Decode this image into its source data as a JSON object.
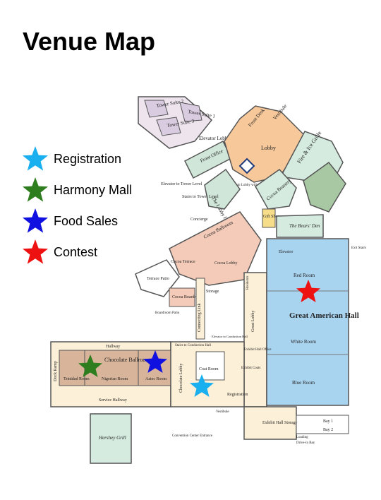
{
  "title": "Venue Map",
  "legend": [
    {
      "label": "Registration",
      "color": "#1ab0f0",
      "icon": "star-icon"
    },
    {
      "label": "Harmony Mall",
      "color": "#2e7d1e",
      "icon": "star-icon"
    },
    {
      "label": "Food Sales",
      "color": "#1010e0",
      "icon": "star-icon"
    },
    {
      "label": "Contest",
      "color": "#ee1111",
      "icon": "star-icon"
    }
  ],
  "rooms": {
    "tower_suite_2": "Tower Suite 2",
    "tower_suite_3": "Tower Suite 3",
    "tower_suite_1": "Tower Suite 1",
    "elevator_lobby": "Elevator Lobby",
    "front_office": "Front Office",
    "front_desk": "Front Desk",
    "vestibule_top": "Vestibule",
    "lobby": "Lobby",
    "fire_ice_grille": "Fire & Ice Grille",
    "main_lobby": "Main Lobby with Fireplace",
    "elevator_tower": "Elevator to Tower Level",
    "stairs_tower": "Stairs to Tower Level",
    "the_lobby_lounge": "The Lobby Lounge",
    "cocoa_beanery": "Cocoa Beanery",
    "gift_shop": "Gift Shop",
    "bears_den": "The Bears' Den",
    "concierge": "Concierge",
    "cocoa_ballroom": "Cocoa Ballroom",
    "cocoa_terrace": "Cocoa Terrace",
    "cocoa_lobby": "Cocoa Lobby",
    "terrace_patio": "Terrace Patio",
    "cocoa_boardroom": "Cocoa Boardroom",
    "boardroom_patio": "Boardroom Patio",
    "storage": "Storage",
    "connecting_link": "Connecting Link",
    "residents": "Residents",
    "elevator": "Elevator",
    "red_room": "Red Room",
    "great_american_hall": "Great American Hall",
    "white_room": "White Room",
    "blue_room": "Blue Room",
    "exit_stairs": "Exit Stairs",
    "great_lobby": "Great Lobby",
    "hallway": "Hallway",
    "service_hallway": "Service Hallway",
    "dock_ramp": "Dock Ramp",
    "chocolate_ballroom": "Chocolate Ballroom",
    "trinidad_room": "Trinidad Room",
    "nigerian_room": "Nigerian Room",
    "aztec_room": "Aztec Room",
    "stairs_connection": "Stairs to Conduction Hall",
    "elevator_connection": "Elevator to Conduction Hall",
    "coat_room": "Coat Room",
    "exhibit_hall_office": "Exhibit Hall Office",
    "exhibit_coats": "Exhibit Coats",
    "chocolate_lobby": "Chocolate Lobby",
    "registration": "Registration",
    "vestibule": "Vestibule",
    "exhibit_hall_storage": "Exhibit Hall Storage",
    "loading": "Loading",
    "drive_in_bay": "Drive-in Bay",
    "bay_1": "Bay 1",
    "bay_2": "Bay 2",
    "hershey_grill": "Hershey Grill",
    "convention_entrance": "Convention Center Entrance"
  }
}
